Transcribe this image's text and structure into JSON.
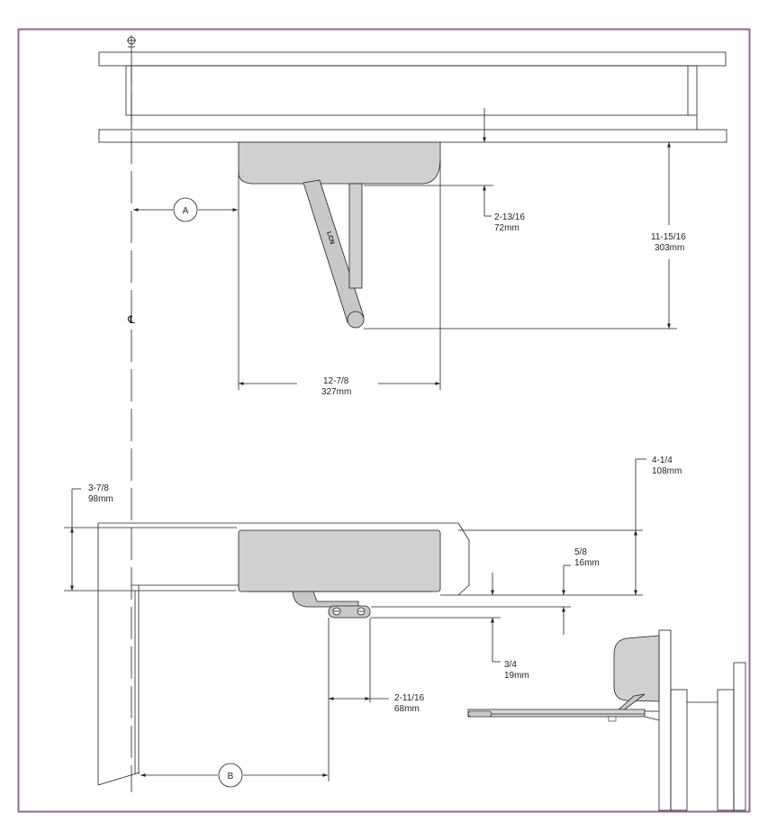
{
  "colors": {
    "frame": "#8f6a8f",
    "line": "#231f20",
    "closer_fill": "#d0d0d0",
    "arm_fill": "#c8c8c8"
  },
  "top_view": {
    "dim_arm_depth": {
      "imperial": "2-13/16",
      "metric": "72mm"
    },
    "dim_projection": {
      "imperial": "11-15/16",
      "metric": "303mm"
    },
    "dim_body_length": {
      "imperial": "12-7/8",
      "metric": "327mm"
    },
    "callout_a": "A",
    "centerline_symbol": "℄",
    "closer_logo": "LCN"
  },
  "bottom_view": {
    "dim_header": {
      "imperial": "3-7/8",
      "metric": "98mm"
    },
    "dim_height": {
      "imperial": "4-1/4",
      "metric": "108mm"
    },
    "dim_shoe_offset": {
      "imperial": "5/8",
      "metric": "16mm"
    },
    "dim_shoe_thickness": {
      "imperial": "3/4",
      "metric": "19mm"
    },
    "dim_shoe_width": {
      "imperial": "2-11/16",
      "metric": "68mm"
    },
    "callout_b": "B"
  }
}
